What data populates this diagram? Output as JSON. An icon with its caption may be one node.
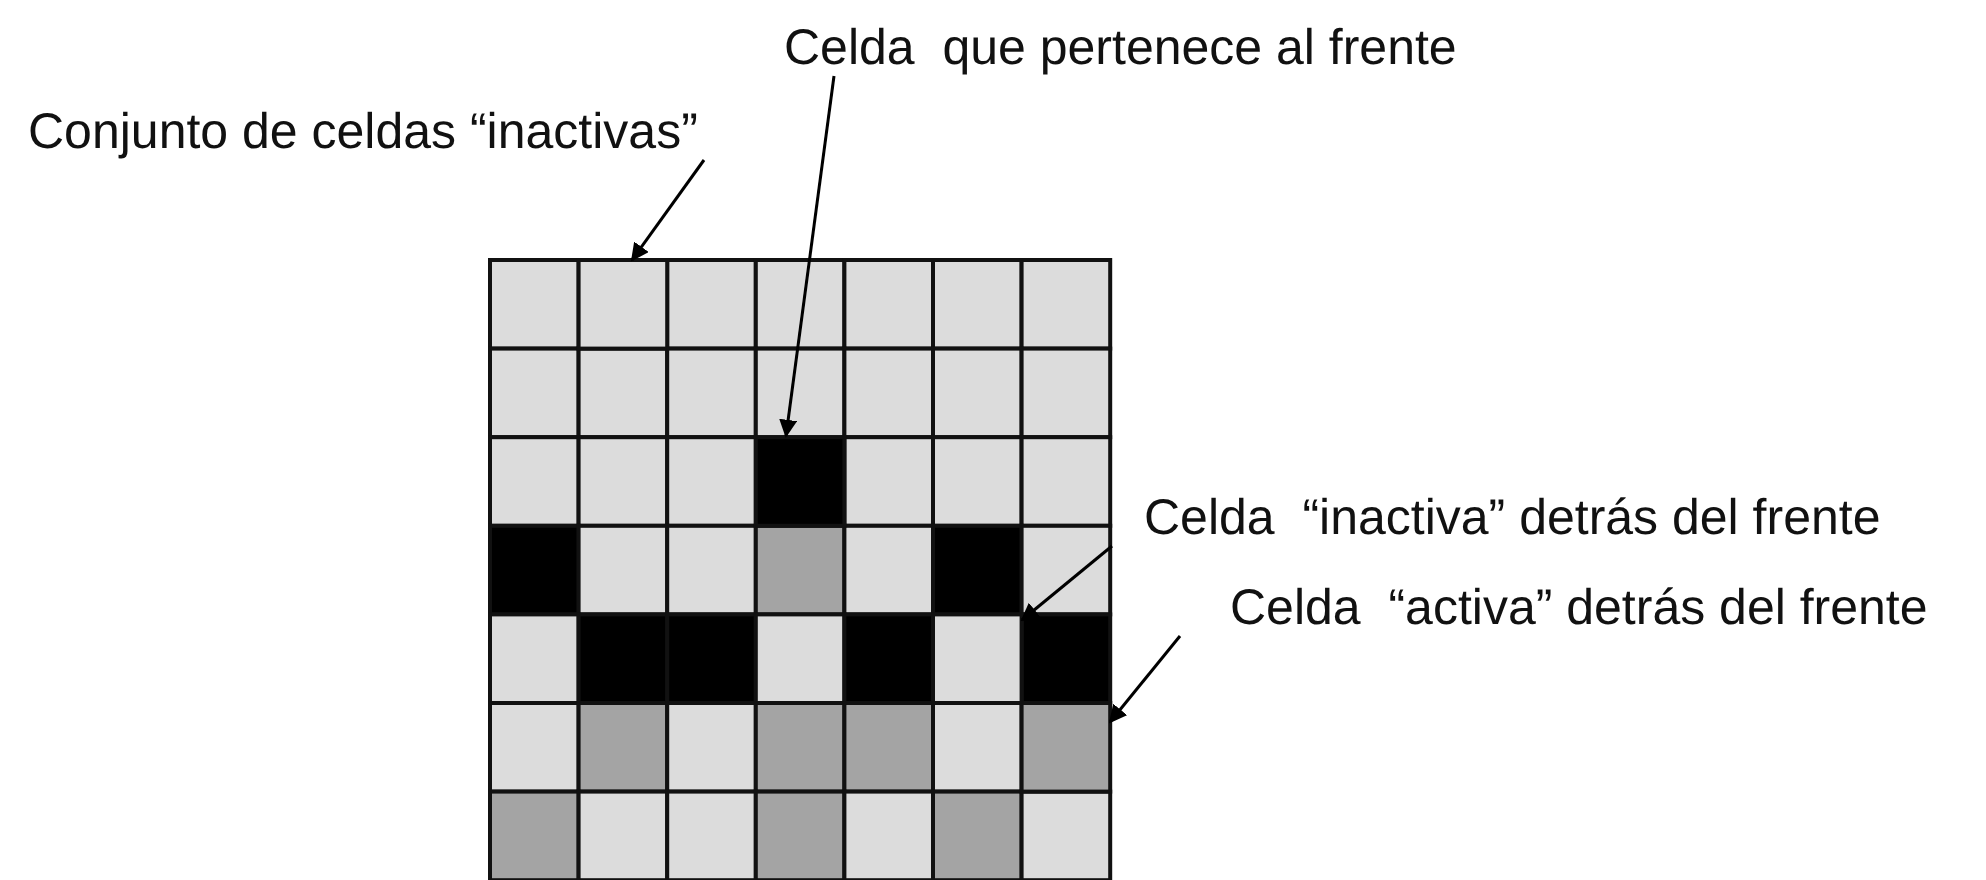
{
  "diagram": {
    "nodes": [
      {
        "text": [
          "Celda  que pertenece al frente"
        ]
      },
      {
        "text": [
          "Conjunto de celdas “inactivas”"
        ]
      },
      {
        "text": [
          "Celda  “inactiva” detrás del frente"
        ]
      },
      {
        "text": [
          "Celda  “activa” detrás del frente"
        ]
      },
      {
        "text": [],
        "shape": "box"
      },
      {
        "text": [],
        "shape": "box"
      },
      {
        "text": [],
        "shape": "box"
      },
      {
        "text": [],
        "shape": "box"
      }
    ],
    "edges": [
      {
        "from": 1,
        "to": 4,
        "arrow": "to"
      },
      {
        "from": 0,
        "to": 5,
        "arrow": "to"
      },
      {
        "from": 2,
        "to": 6,
        "arrow": "to"
      },
      {
        "from": 3,
        "to": 7,
        "arrow": "to"
      }
    ]
  }
}
